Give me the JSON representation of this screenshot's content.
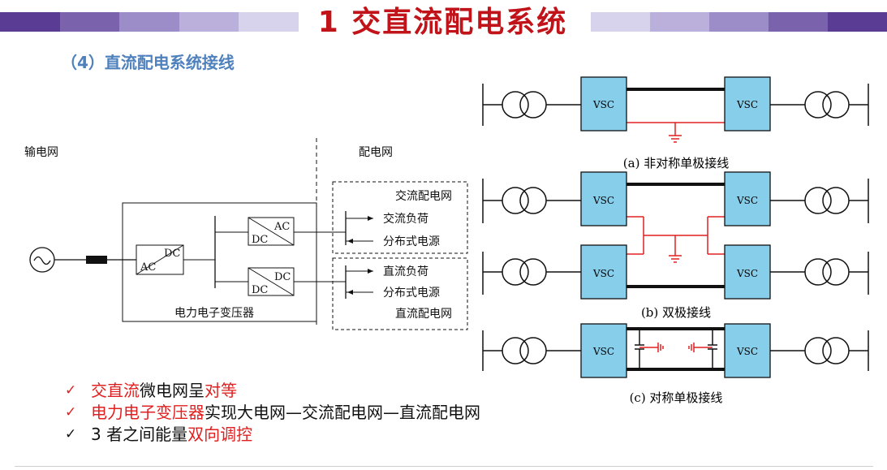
{
  "header": {
    "title": "1 交直流配电系统",
    "subtitle": "（4）直流配电系统接线",
    "stripe_colors": [
      "#5b3c94",
      "#7b62ad",
      "#9c8cc7",
      "#bbb0dc",
      "#d8d3ec"
    ]
  },
  "left_diagram": {
    "transmission_label": "输电网",
    "distribution_label": "配电网",
    "pet_label": "电力电子变压器",
    "conv1": {
      "top": "DC",
      "bottom": "AC"
    },
    "conv2": {
      "top": "AC",
      "bottom": "DC"
    },
    "conv3": {
      "top": "DC",
      "bottom": "DC"
    },
    "ac_box": {
      "title": "交流配电网",
      "load": "交流负荷",
      "source": "分布式电源"
    },
    "dc_box": {
      "title": "直流配电网",
      "load": "直流负荷",
      "source": "分布式电源"
    }
  },
  "right_diagram": {
    "vsc_label": "VSC",
    "vsc_color": "#87ceeb",
    "ground_color": "#e02020",
    "caption_a": "(a)  非对称单极接线",
    "caption_b": "(b)  双极接线",
    "caption_c": "(c)  对称单极接线"
  },
  "bullets": [
    {
      "mark": "✓",
      "mark_color": "#e02020",
      "parts": [
        {
          "t": "交直流",
          "red": true
        },
        {
          "t": "微电网呈",
          "red": false
        },
        {
          "t": "对等",
          "red": true
        }
      ]
    },
    {
      "mark": "✓",
      "mark_color": "#e02020",
      "parts": [
        {
          "t": "电力电子变压器",
          "red": true
        },
        {
          "t": "实现大电网—交流配电网—直流配电网",
          "red": false
        }
      ]
    },
    {
      "mark": "✓",
      "mark_color": "#111111",
      "parts": [
        {
          "t": "3 者之间能量",
          "red": false
        },
        {
          "t": "双向调控",
          "red": true
        }
      ]
    }
  ]
}
